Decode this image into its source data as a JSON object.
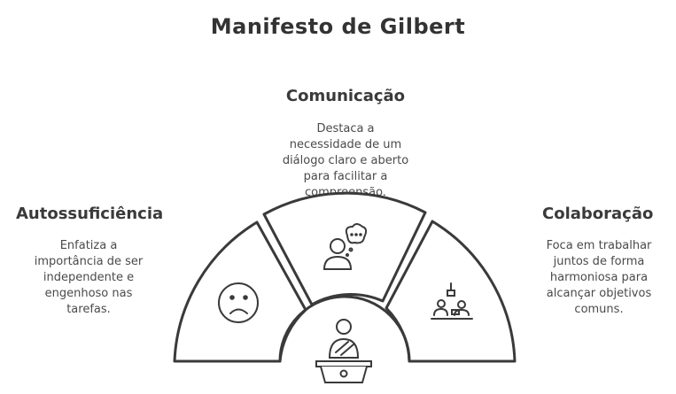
{
  "title": "Manifesto de Gilbert",
  "sections": {
    "comunicacao": {
      "heading": "Comunicação",
      "description": "Destaca a\nnecessidade de um\ndiálogo claro e aberto\npara facilitar a\ncompreensão.",
      "icon": "thought-bubble-person-icon"
    },
    "autossuficiencia": {
      "heading": "Autossuficiência",
      "description": "Enfatiza a\nimportância de ser\nindependente e\nengenhoso nas\ntarefas.",
      "icon": "sad-face-icon"
    },
    "colaboracao": {
      "heading": "Colaboração",
      "description": "Foca em trabalhar\njuntos de forma\nharmoniosa para\nalcançar objetivos\ncomuns.",
      "icon": "team-meeting-icon"
    }
  },
  "center_icon": "speaker-podium-icon",
  "colors": {
    "stroke": "#3a3a3a",
    "text": "#4a4a4a"
  }
}
